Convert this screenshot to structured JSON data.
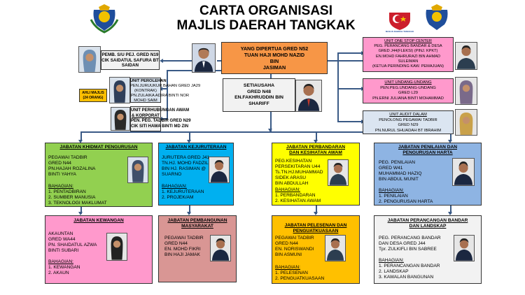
{
  "title_line1": "CARTA ORGANISASI",
  "title_line2": "MAJLIS DAERAH TANGKAK",
  "emblem_right_caption": "MAJLIS DAERAH TANGKAK",
  "yang_dipertua": {
    "lines": [
      "YANG DIPERTUA GRED N52",
      "TUAN HAJI MOHD NAZID",
      "BIN",
      "JASIMAN"
    ]
  },
  "pembantu_su": {
    "lines": [
      "PEMB. S/U PEJ. GRED  N19",
      "CIK SAIDATUL SAFURA BT",
      "SAIDAN"
    ]
  },
  "ahli_majlis": {
    "lines": [
      "AHLI MAJLIS",
      "(24 ORANG)"
    ]
  },
  "unit_perolehan": {
    "title": "UNIT PEROLEHAN",
    "lines": [
      "PEN.JURUUKUR BAHAN GRED JA29",
      "(KONTRAK)",
      "PN.ZULAIKA ADIRA BINTI NOR",
      "MOHD SAIM"
    ]
  },
  "setiausaha": {
    "lines": [
      "SETIAUSAHA",
      "GRED N48",
      "EN.FAKHRUDDIN BIN",
      "SHARIFF"
    ]
  },
  "unit_perhubungan": {
    "title1": "UNIT PERHUBUNGAN AWAM",
    "title2": "& KORPORAT",
    "lines": [
      "PEN. PEG. TADBIR GRED N29",
      "CIK SITI HAWA  BINTI MD ZIN"
    ]
  },
  "unit_osc": {
    "title": "UNIT ONE STOP CENTER",
    "lines": [
      "PEG. PERANCANG BANDAR & DESA",
      "GRED J44(FLEKSI) (PINJ. KPKT)",
      "EN.MOHD FAHRURAZI BIN AHMAD",
      "SULEIMAN",
      "(KETUA PERINDING KAW. PEMAJUAN)"
    ]
  },
  "unit_undang": {
    "title": "UNIT UNDANG-UNDANG",
    "lines": [
      "PEN.PEG.UNDANG-UNDANG",
      "GRED L29",
      "PN.ERNI JULIANA  BINTI MOHAMMAD"
    ]
  },
  "unit_audit": {
    "title": "UNIT AUDIT DALAM",
    "lines": [
      "PENOLONG PEGAWAI TADBIR",
      "GRED N29",
      "PN.NURUL SHUADAH BT IBRAHIM"
    ]
  },
  "jab_khidmat": {
    "title": "JABATAN KHIDMAT PENGURUSAN",
    "lines": [
      "PEGAWAI TADBIR",
      "GRED N44",
      "PN.HAJAH ROZALINA",
      "BINTI YAHYA"
    ],
    "bahagian_label": "BAHAGIAN:",
    "items": [
      "1.    PENTADBIRAN",
      "2.    SUMBER MANUSIA",
      "3.    TEKNOLOGI MAKLUMAT"
    ]
  },
  "jab_kejuruteraan": {
    "title": "JABATAN KEJURUTERAAN",
    "lines": [
      "JURUTERA GRED J41",
      "TN.HJ. MOHD FADZIL",
      "BIN HJ. RASIMAN @",
      "SUARNO"
    ],
    "bahagian_label": "BAHAGIAN:",
    "items": [
      "1.    KEJURUTERAAN",
      "2.    PROJEK/AM"
    ]
  },
  "jab_perbandaran": {
    "title1": "JABATAN PERBANDARAN",
    "title2": "DAN KESIHATAN AWAM",
    "lines": [
      "PEG.KESIHATAN",
      "PERSEKITARAN U44",
      "Ts.TN.HJ.MUHAMMAD",
      "SIDEK ARASU",
      "BIN ABDULLAH"
    ],
    "bahagian_label": "BAHAGIAN:",
    "items": [
      "1.    PERBANDARAN",
      "2.    KESIHATAN AWAM"
    ]
  },
  "jab_penilaian": {
    "title1": "JABATAN PENILAIAN DAN",
    "title2": "PENGURUSAN HARTA",
    "lines": [
      "PEG. PENILAIAN",
      "GRED W41",
      "MUHAMMAD HAZIQ",
      "BIN ABDUL MUNIT"
    ],
    "bahagian_label": "BAHAGIAN:",
    "items": [
      "1.    PENILAIAN",
      "2.    PENGURUSAN HARTA"
    ]
  },
  "jab_kewangan": {
    "title": "JABATAN KEWANGAN",
    "lines": [
      "AKAUNTAN",
      "GRED WA44",
      "PN. SHAIDATUL AZWA",
      "BINTI SUBARI"
    ],
    "bahagian_label": "BAHAGIAN:",
    "items": [
      "1.    KEWANGAN",
      "2.    AKAUN"
    ]
  },
  "jab_pembangunan": {
    "title1": "JABATAN PEMBANGUNAN",
    "title2": "MASYARAKAT",
    "lines": [
      "PEGAWAI TADBIR",
      "GRED N44",
      "EN. MOHD FIKRI",
      "BIN HAJI JAMAK"
    ]
  },
  "jab_pelesenan": {
    "title": "JABATAN PELESENAN DAN PENGUATKUASAAN",
    "lines": [
      "PEGAWAI TADBIR",
      "GRED N44",
      "EN. NORISWANDI",
      "BIN ASMUNI"
    ],
    "bahagian_label": "BAHAGIAN:",
    "items": [
      "1.    PELESENAN",
      "2.    PENGUATKUASAAN"
    ]
  },
  "jab_perancangan": {
    "title1": "JABATAN PERANCANGAN BANDAR",
    "title2": "DAN LANDSKAP",
    "lines": [
      "PEG. PERANCANG BANDAR",
      "DAN DESA GRED  J44",
      "Tpr. ZULKIFLI BIN SABREE"
    ],
    "bahagian_label": "BAHAGIAN:",
    "items": [
      "1.    PERANCANGAN BANDAR",
      "2.    LANDSKAP",
      "3.    KAWALAN BANGUNAN"
    ]
  },
  "colors": {
    "orange": "#f79646",
    "light_blue": "#dbe5f1",
    "green": "#92d050",
    "blue": "#00b0f0",
    "yellow": "#ffff00",
    "periwinkle": "#8eb4e3",
    "pink": "#ff99cc",
    "rose": "#d99694",
    "gold": "#ffc000",
    "light_grey": "#f2f2f2",
    "line": "#3a5a86"
  }
}
